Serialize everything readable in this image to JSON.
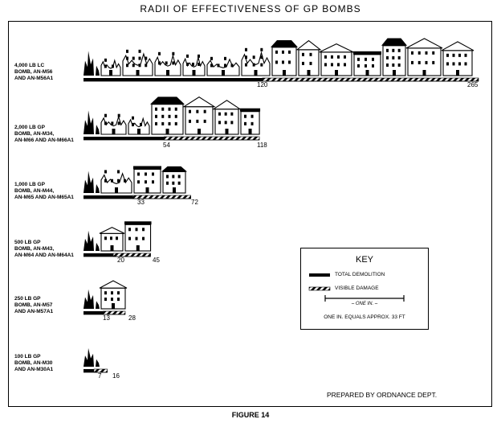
{
  "title": "RADII OF EFFECTIVENESS OF GP BOMBS",
  "figure_label": "FIGURE 14",
  "prepared_by": "PREPARED BY ORDNANCE DEPT.",
  "key": {
    "title": "KEY",
    "total_demolition": "TOTAL DEMOLITION",
    "visible_damage": "VISIBLE DAMAGE",
    "one_inch": "– ONE IN. –",
    "scale_note": "ONE IN. EQUALS APPROX. 33 FT"
  },
  "bombs": [
    {
      "label": "4,000 LB LC\nBOMB, AN-M56\nAND AN-M56A1",
      "total_demolition": 120,
      "visible_damage": 265
    },
    {
      "label": "2,000 LB GP\nBOMB, AN-M34,\nAN-M66 AND AN-M66A1",
      "total_demolition": 54,
      "visible_damage": 118
    },
    {
      "label": "1,000 LB GP\nBOMB, AN-M44,\nAN-M65 AND AN-M65A1",
      "total_demolition": 33,
      "visible_damage": 72
    },
    {
      "label": "500 LB GP\nBOMB, AN-M43,\nAN-M64 AND AN-M64A1",
      "total_demolition": 20,
      "visible_damage": 45
    },
    {
      "label": "250 LB GP\nBOMB, AN-M57\nAND AN-M57A1",
      "total_demolition": 13,
      "visible_damage": 28
    },
    {
      "label": "100 LB GP\nBOMB, AN-M30\nAND AN-M30A1",
      "total_demolition": 7,
      "visible_damage": 16
    }
  ]
}
